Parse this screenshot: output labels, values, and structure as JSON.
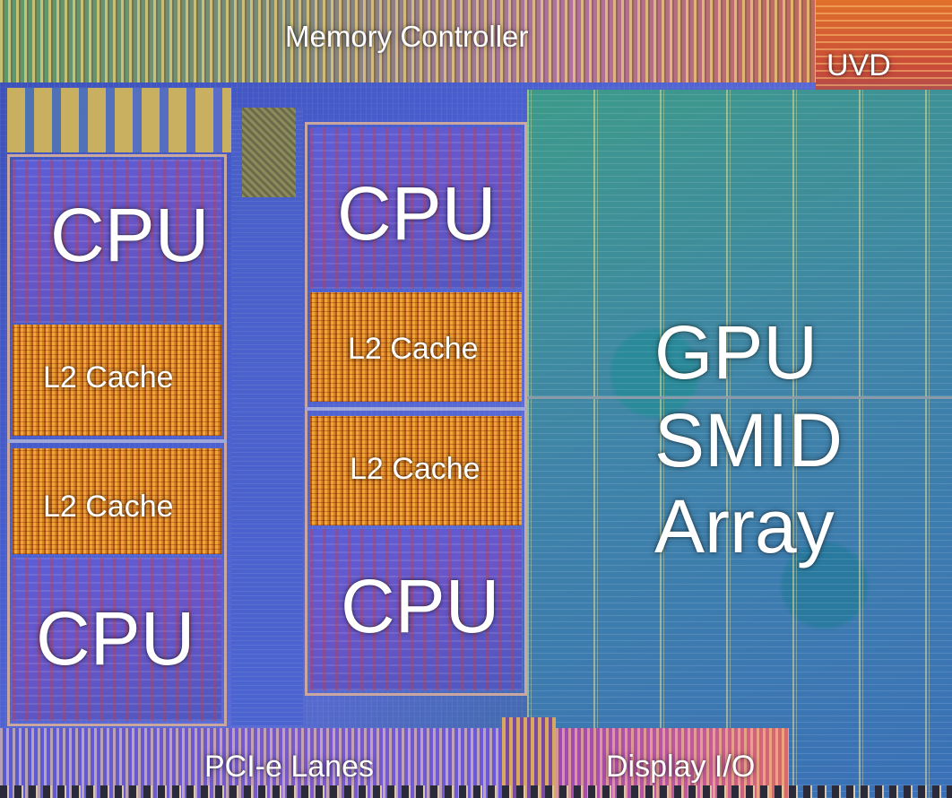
{
  "labels": {
    "memory_controller": "Memory Controller",
    "uvd": "UVD",
    "cpu_top_left": "CPU",
    "cpu_top_center": "CPU",
    "cpu_bottom_left": "CPU",
    "cpu_bottom_center": "CPU",
    "l2_left_upper": "L2 Cache",
    "l2_left_lower": "L2 Cache",
    "l2_center_upper": "L2 Cache",
    "l2_center_lower": "L2 Cache",
    "gpu_line1": "GPU",
    "gpu_line2": "SMID",
    "gpu_line3": "Array",
    "pcie_lanes": "PCI-e Lanes",
    "display_io": "Display I/O"
  },
  "colors": {
    "die_background": "#4a5fd0",
    "cpu_block": "#5a5fd8",
    "l2_cache": "#f0a53a",
    "gpu_array": "#3f84a8",
    "memory_controller": "#b070a0",
    "uvd": "#e0702a",
    "label_text": "#ffffff"
  }
}
